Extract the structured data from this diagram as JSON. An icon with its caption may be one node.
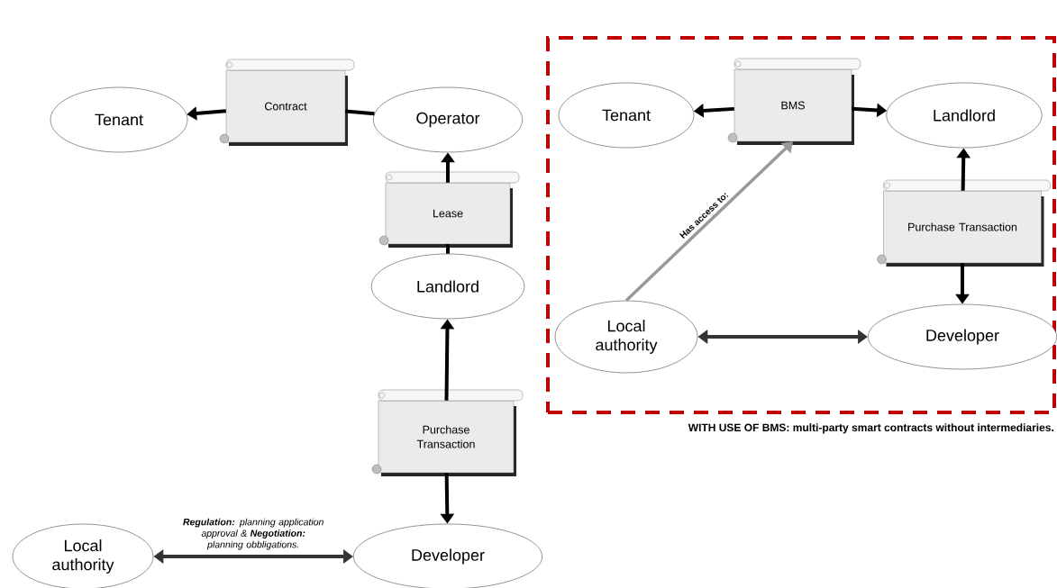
{
  "diagram": {
    "nodes": [
      {
        "text": [
          "Tenant"
        ]
      },
      {
        "text": [
          "Contract"
        ]
      },
      {
        "text": [
          "Operator"
        ]
      },
      {
        "text": [
          "Lease"
        ]
      },
      {
        "text": [
          "Landlord"
        ]
      },
      {
        "text": [
          "Purchase Transaction"
        ]
      },
      {
        "text": [
          "Local authority"
        ]
      },
      {
        "text": [
          "Developer"
        ]
      },
      {
        "text": [
          "WITH USE OF BMS: multi-party smart contracts without intermediaries."
        ]
      },
      {
        "text": [
          "Tenant"
        ],
        "in": 8
      },
      {
        "text": [
          "BMS"
        ],
        "in": 8
      },
      {
        "text": [
          "Landlord"
        ],
        "in": 8
      },
      {
        "text": [
          "Purchase Transaction"
        ],
        "in": 8
      },
      {
        "text": [
          "Local authority"
        ],
        "in": 8
      },
      {
        "text": [
          "Developer"
        ],
        "in": 8
      }
    ],
    "edges": [
      {
        "from": 2,
        "to": 1,
        "arrow": "none"
      },
      {
        "from": 1,
        "to": 0,
        "arrow": "to"
      },
      {
        "from": 4,
        "to": 3,
        "arrow": "none"
      },
      {
        "from": 3,
        "to": 2,
        "arrow": "to"
      },
      {
        "from": 5,
        "to": 4,
        "arrow": "to"
      },
      {
        "from": 5,
        "to": 7,
        "arrow": "to"
      },
      {
        "from": 6,
        "to": 7,
        "arrow": "both",
        "label": "**Regulation:** planning application approval & **Negotiation:** planning obbligations."
      },
      {
        "from": 10,
        "to": 9,
        "arrow": "to"
      },
      {
        "from": 10,
        "to": 11,
        "arrow": "to"
      },
      {
        "from": 13,
        "to": 10,
        "arrow": "to",
        "label": "Has access to:",
        "color": "#999999"
      },
      {
        "from": 12,
        "to": 11,
        "arrow": "to"
      },
      {
        "from": 12,
        "to": 14,
        "arrow": "to"
      },
      {
        "from": 13,
        "to": 14,
        "arrow": "both"
      }
    ]
  }
}
